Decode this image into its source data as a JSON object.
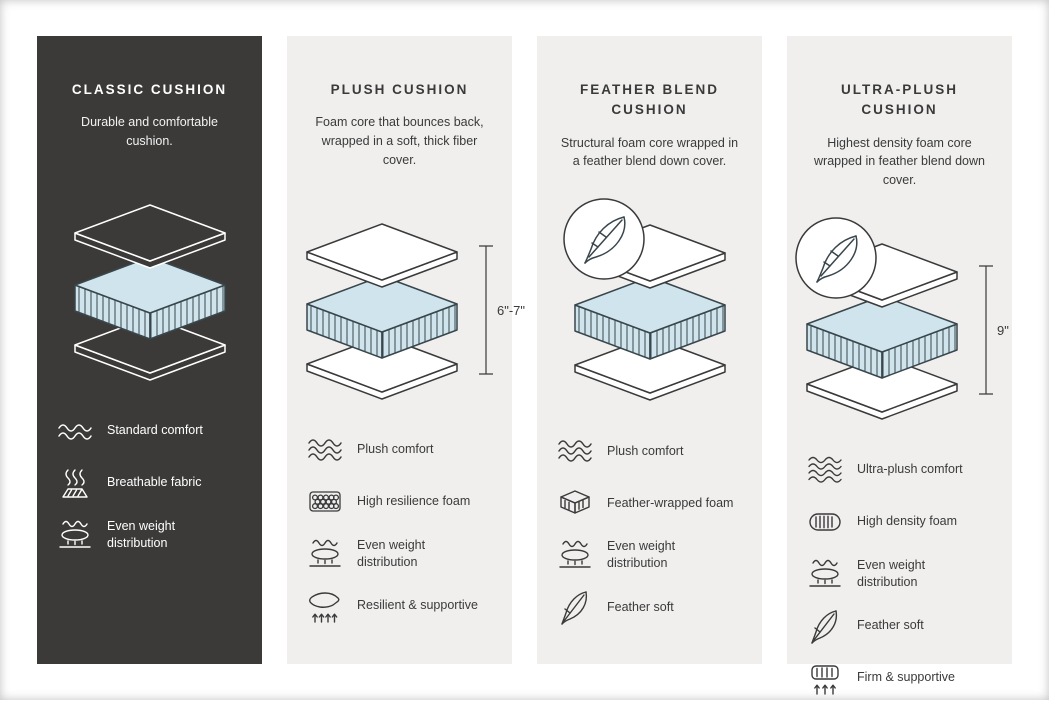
{
  "colors": {
    "dark_card_bg": "#3b3a39",
    "light_card_bg": "#f0efee",
    "foam_blue": "#cfe4ec",
    "ink": "#3a3a3a",
    "dark_card_text": "#ffffff"
  },
  "cards": [
    {
      "title": "CLASSIC CUSHION",
      "description": "Durable and comfortable cushion.",
      "theme": "dark",
      "diagram": {
        "feather_badge": false,
        "height_label": ""
      },
      "features": [
        {
          "icon": "waves2-icon",
          "label": "Standard comfort"
        },
        {
          "icon": "breathable-icon",
          "label": "Breathable fabric"
        },
        {
          "icon": "even-weight-icon",
          "label": "Even weight distribution"
        }
      ]
    },
    {
      "title": "PLUSH CUSHION",
      "description": "Foam core that bounces back, wrapped in a soft, thick fiber cover.",
      "theme": "light",
      "diagram": {
        "feather_badge": false,
        "height_label": "6\"-7\""
      },
      "features": [
        {
          "icon": "waves3-icon",
          "label": "Plush comfort"
        },
        {
          "icon": "foam-bubbles-icon",
          "label": "High resilience foam"
        },
        {
          "icon": "even-weight-icon",
          "label": "Even weight distribution"
        },
        {
          "icon": "resilient-icon",
          "label": "Resilient & supportive"
        }
      ]
    },
    {
      "title": "FEATHER BLEND CUSHION",
      "description": "Structural foam core wrapped in a feather blend down cover.",
      "theme": "light",
      "diagram": {
        "feather_badge": true,
        "height_label": ""
      },
      "features": [
        {
          "icon": "waves3-icon",
          "label": "Plush comfort"
        },
        {
          "icon": "feather-foam-icon",
          "label": "Feather-wrapped foam"
        },
        {
          "icon": "even-weight-icon",
          "label": "Even weight distribution"
        },
        {
          "icon": "feather-icon",
          "label": "Feather soft"
        }
      ]
    },
    {
      "title": "ULTRA-PLUSH CUSHION",
      "description": "Highest density foam core wrapped in feather blend down cover.",
      "theme": "light",
      "diagram": {
        "feather_badge": true,
        "height_label": "9\""
      },
      "features": [
        {
          "icon": "waves4-icon",
          "label": "Ultra-plush comfort"
        },
        {
          "icon": "density-foam-icon",
          "label": "High density foam"
        },
        {
          "icon": "even-weight-icon",
          "label": "Even weight distribution"
        },
        {
          "icon": "feather-icon",
          "label": "Feather soft"
        },
        {
          "icon": "firm-icon",
          "label": "Firm & supportive"
        }
      ]
    }
  ]
}
